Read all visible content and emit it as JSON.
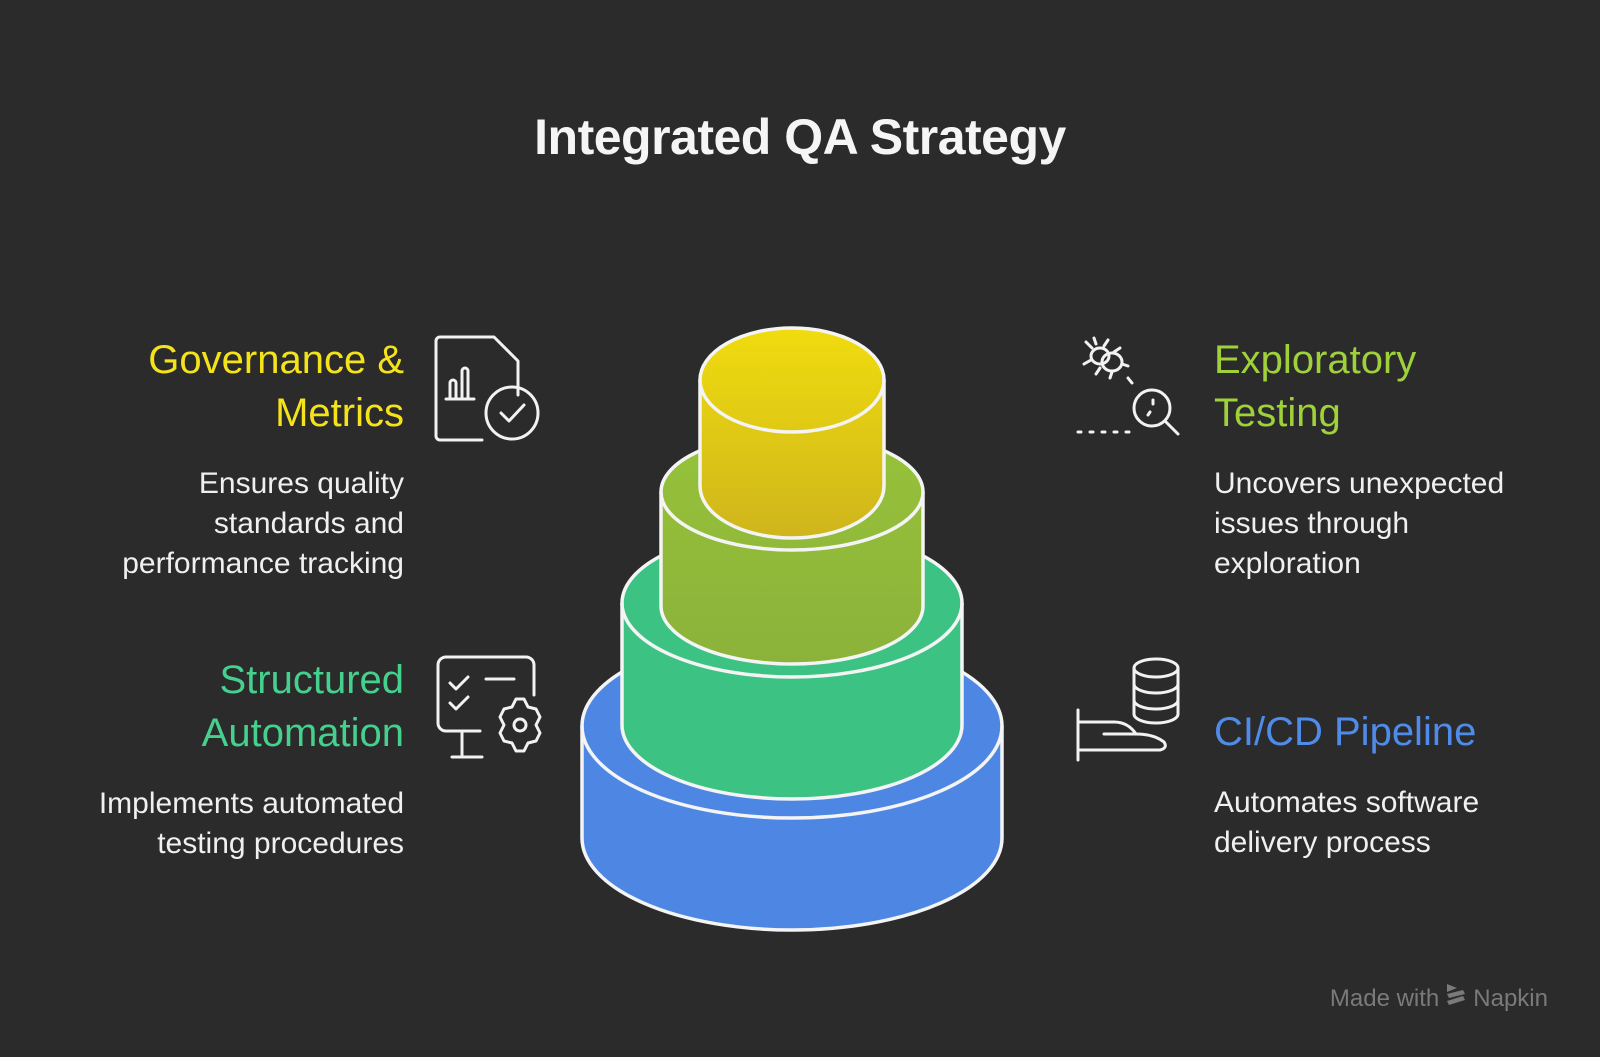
{
  "title": "Integrated QA Strategy",
  "layers": [
    {
      "id": "governance",
      "heading": [
        "Governance &",
        "Metrics"
      ],
      "description": [
        "Ensures quality",
        "standards and",
        "performance tracking"
      ],
      "color": "#f0e010",
      "icon": "document-chart-check-icon",
      "tier": 1
    },
    {
      "id": "exploratory",
      "heading": [
        "Exploratory",
        "Testing"
      ],
      "description": [
        "Uncovers unexpected",
        "issues through",
        "exploration"
      ],
      "color": "#93c03a",
      "icon": "bug-magnifier-icon",
      "tier": 2
    },
    {
      "id": "automation",
      "heading": [
        "Structured",
        "Automation"
      ],
      "description": [
        "Implements automated",
        "testing procedures"
      ],
      "color": "#3ec486",
      "icon": "monitor-checklist-gear-icon",
      "tier": 3
    },
    {
      "id": "cicd",
      "heading": [
        "CI/CD Pipeline"
      ],
      "description": [
        "Automates software",
        "delivery process"
      ],
      "color": "#4f88e4",
      "icon": "hand-database-icon",
      "tier": 4
    }
  ],
  "pyramid_colors": {
    "tier1_top": "#f0dc0e",
    "tier1_bottom": "#cfb51c",
    "tier2_top": "#96c23a",
    "tier2_bottom": "#8cb23a",
    "tier3": "#3cc384",
    "tier4": "#4d87e3",
    "outline": "#f4f4f4"
  },
  "heading_colors": {
    "governance": "#f4e31a",
    "exploratory": "#9fd13a",
    "automation": "#45d08e",
    "cicd": "#4f8be8"
  },
  "footer": {
    "made_with": "Made with",
    "brand": "Napkin",
    "brand_icon": "napkin-logo-icon"
  }
}
